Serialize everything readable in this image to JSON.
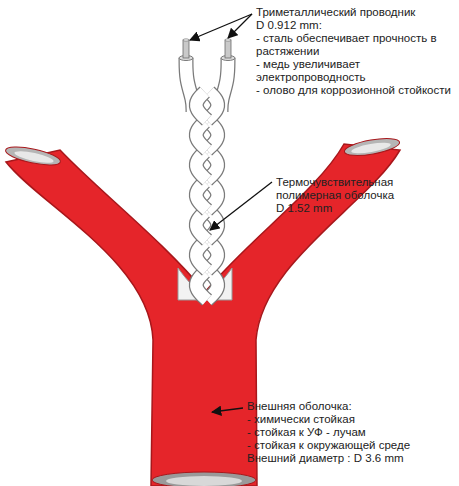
{
  "diagram": {
    "labels": [
      "Триметаллический проводник",
      "D 0.912 mm:",
      "- сталь обеспечивает прочность в растяжении",
      "- медь увеличивает электропроводность",
      "- олово для коррозионной стойкости",
      "Термочувствительная полимерная оболочка",
      "D 1.52 mm",
      "Внешняя оболочка:",
      "- химически стойкая",
      "- стойкая к УФ - лучам",
      "- стойкая к окружающей среде",
      "Внешний диаметр : D 3.6 mm"
    ]
  }
}
